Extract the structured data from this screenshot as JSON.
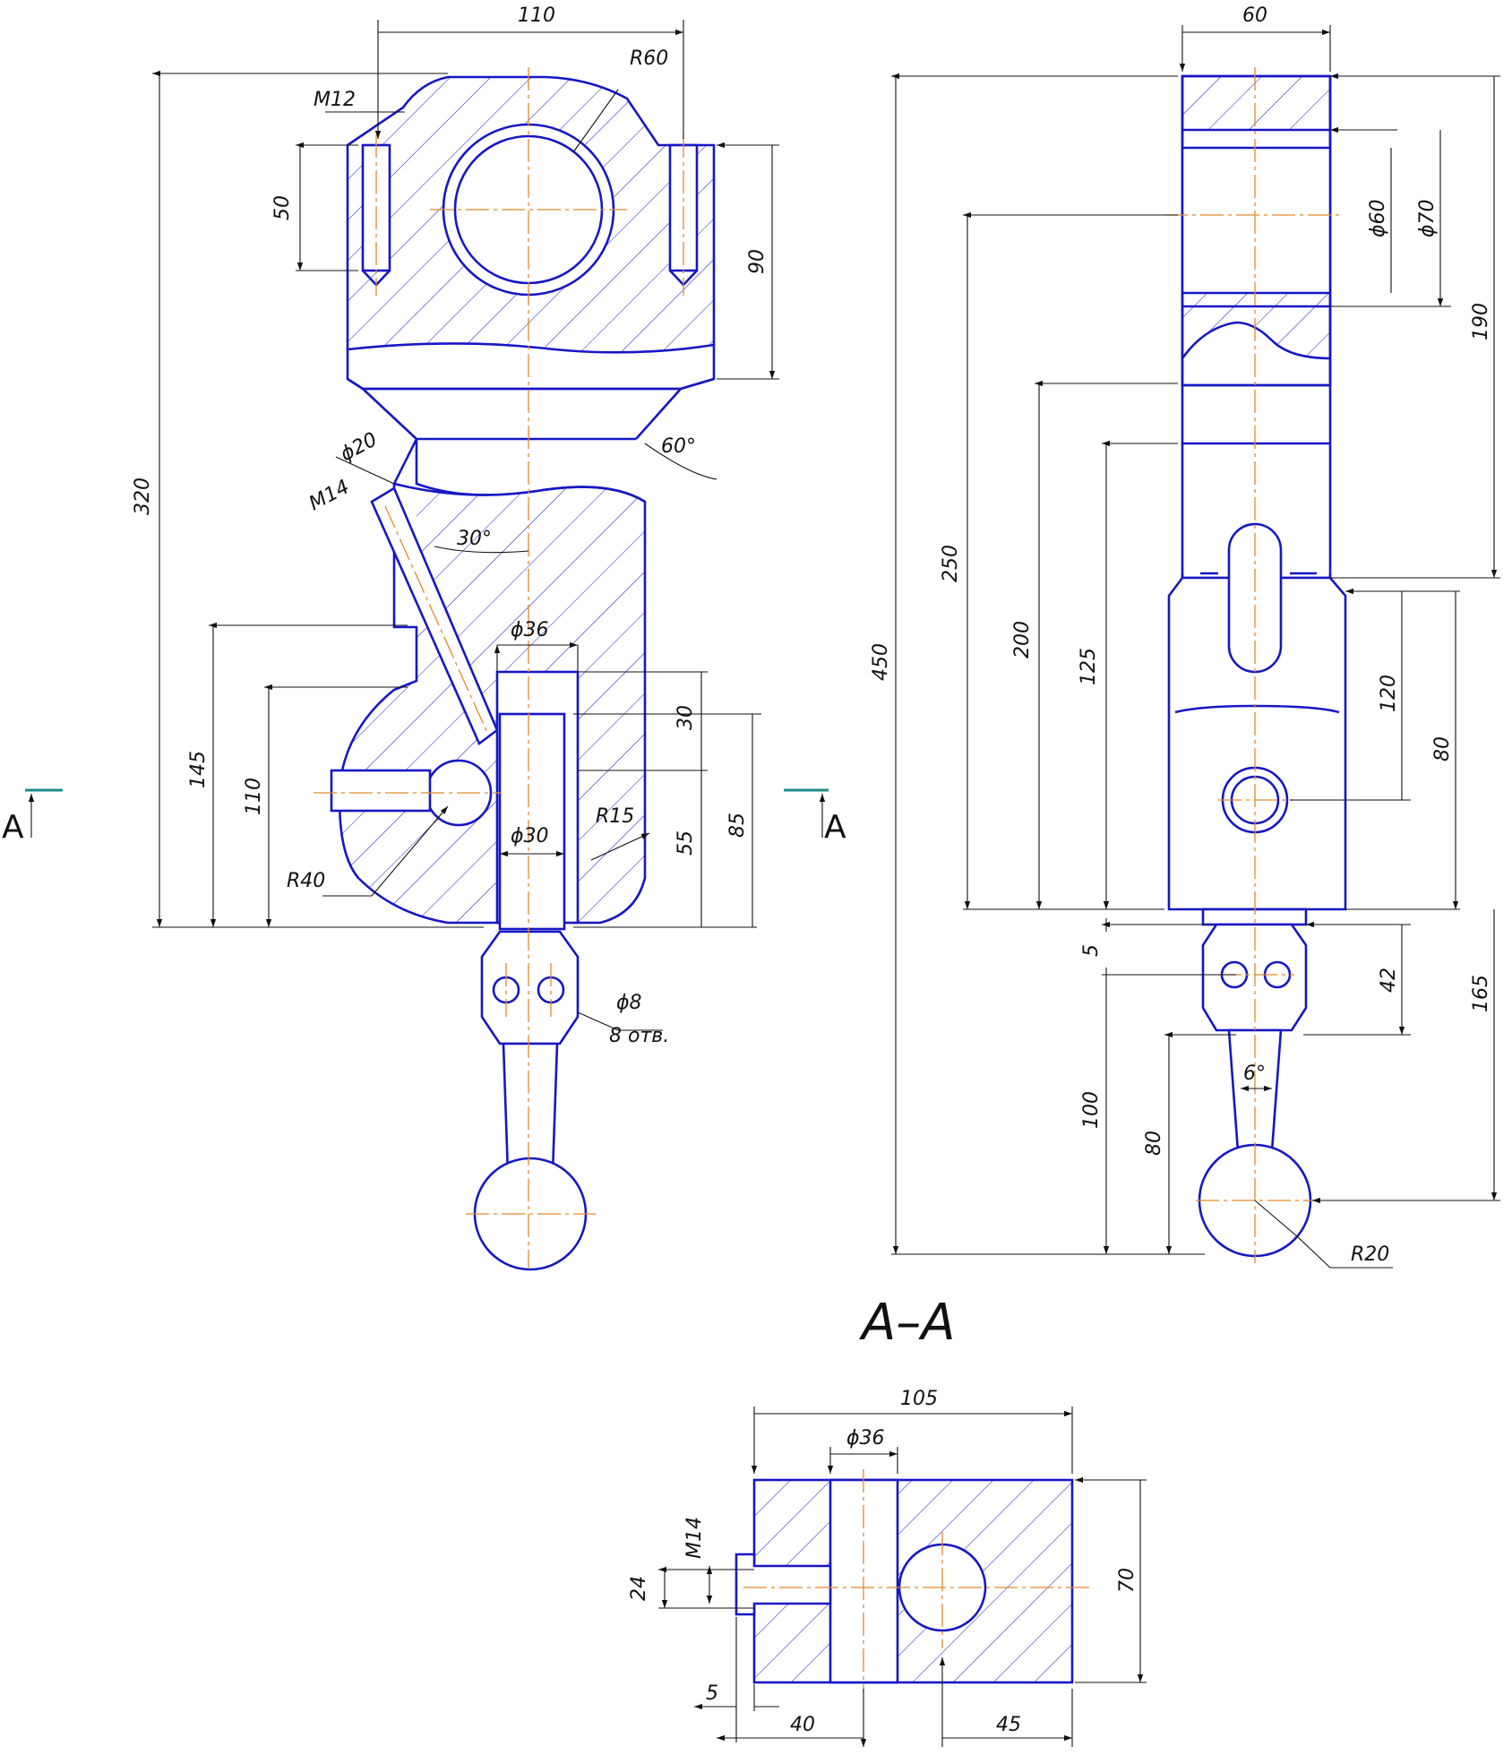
{
  "drawing": {
    "section_title": "A–A",
    "section_mark_left": "A",
    "section_mark_right": "A"
  },
  "colors": {
    "object_line": "#1717c4",
    "center_line": "#e08a2a",
    "dimension_line": "#111111",
    "section_mark": "#1d8b8b"
  },
  "front": {
    "w110": "110",
    "r60": "R60",
    "m12": "M12",
    "d50": "50",
    "d90": "90",
    "d320": "320",
    "d20": "ϕ20",
    "m14": "M14",
    "a30": "30°",
    "a60": "60°",
    "d36": "ϕ36",
    "d145": "145",
    "d110": "110",
    "r40": "R40",
    "d30": "ϕ30",
    "r15": "R15",
    "v30": "30",
    "v85": "85",
    "v55": "55",
    "d8": "ϕ8",
    "holes": "8 отв."
  },
  "side": {
    "w60": "60",
    "d60": "ϕ60",
    "d70": "ϕ70",
    "d190": "190",
    "d450": "450",
    "d250": "250",
    "d200": "200",
    "d125": "125",
    "d120": "120",
    "d80": "80",
    "d5": "5",
    "d42": "42",
    "d165": "165",
    "a6": "6°",
    "d100": "100",
    "d80b": "80",
    "r20": "R20"
  },
  "section": {
    "w105": "105",
    "d36": "ϕ36",
    "m14": "M14",
    "d24": "24",
    "h70": "70",
    "d5": "5",
    "d40": "40",
    "d45": "45"
  }
}
